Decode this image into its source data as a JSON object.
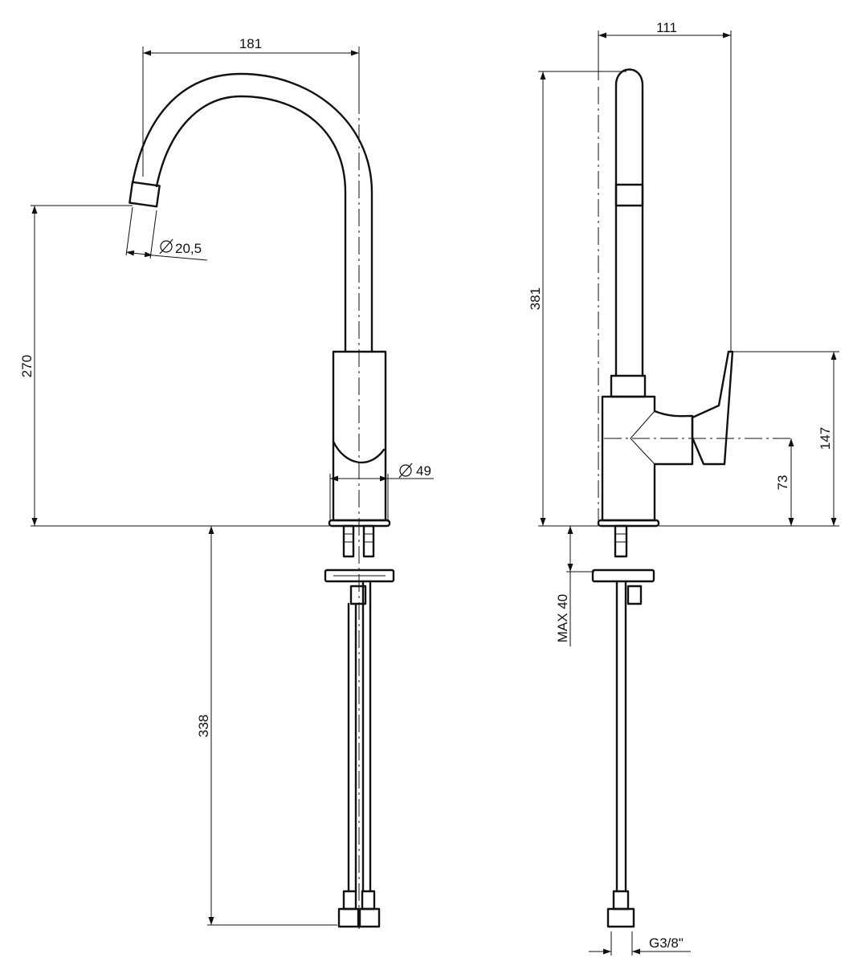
{
  "front_view": {
    "dimensions": {
      "spout_reach": "181",
      "spout_outlet_diameter": "20,5",
      "spout_height": "270",
      "body_diameter": "49",
      "hose_length": "338"
    }
  },
  "side_view": {
    "dimensions": {
      "depth": "111",
      "total_height": "381",
      "lever_height": "147",
      "handle_axis_height": "73",
      "max_deck_thickness": "MAX 40",
      "thread": "G3/8\""
    }
  },
  "icons": {
    "diameter_symbol": "diameter-icon"
  }
}
